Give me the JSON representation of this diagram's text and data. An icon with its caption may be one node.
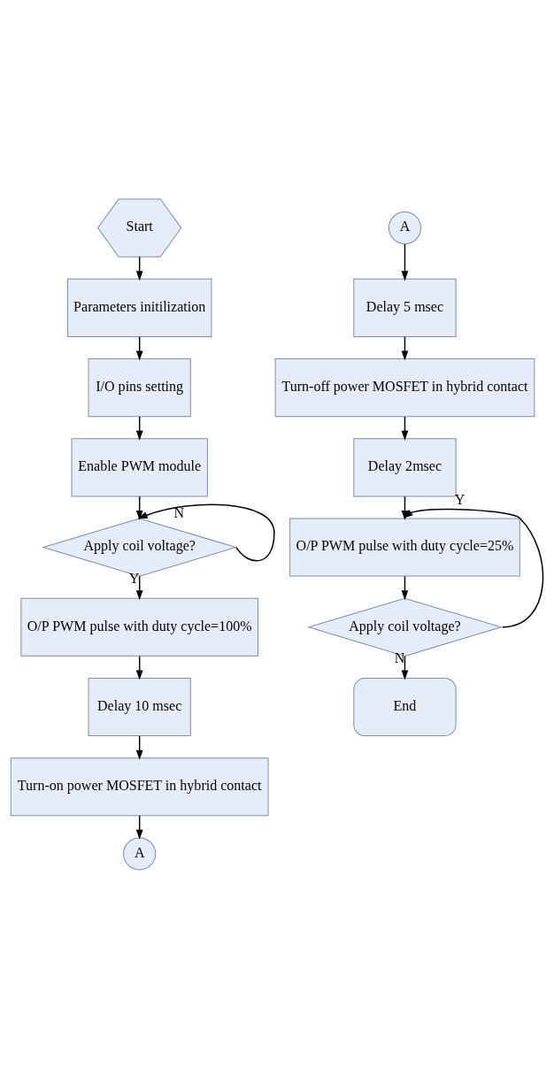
{
  "diagram": {
    "nodes": [
      {
        "text": [
          "Start"
        ]
      },
      {
        "text": [
          "Parameters initilization"
        ]
      },
      {
        "text": [
          "I/O pins setting"
        ]
      },
      {
        "text": [
          "Enable PWM module"
        ]
      },
      {
        "text": [
          "Apply coil voltage?"
        ]
      },
      {
        "text": [
          "O/P PWM pulse with duty cycle=100%"
        ]
      },
      {
        "text": [
          "Delay 10 msec"
        ]
      },
      {
        "text": [
          "Turn-on power MOSFET in hybrid contact"
        ]
      },
      {
        "text": [
          "A"
        ]
      },
      {
        "text": [
          "A"
        ]
      },
      {
        "text": [
          "Delay 5 msec"
        ]
      },
      {
        "text": [
          "Turn-off power MOSFET in hybrid contact"
        ]
      },
      {
        "text": [
          "Delay 2msec"
        ]
      },
      {
        "text": [
          "O/P PWM pulse with duty cycle=25%"
        ]
      },
      {
        "text": [
          "Apply coil voltage?"
        ]
      },
      {
        "text": [
          "End"
        ]
      }
    ],
    "edges": [
      {
        "from": 0,
        "to": 1,
        "arrow": "to"
      },
      {
        "from": 1,
        "to": 2,
        "arrow": "to"
      },
      {
        "from": 2,
        "to": 3,
        "arrow": "to"
      },
      {
        "from": 3,
        "to": 4,
        "arrow": "to"
      },
      {
        "from": 4,
        "to": 4,
        "arrow": "to",
        "label": "N"
      },
      {
        "from": 4,
        "to": 5,
        "arrow": "to",
        "label": "Y"
      },
      {
        "from": 5,
        "to": 6,
        "arrow": "to"
      },
      {
        "from": 6,
        "to": 7,
        "arrow": "to"
      },
      {
        "from": 7,
        "to": 8,
        "arrow": "to"
      },
      {
        "from": 9,
        "to": 10,
        "arrow": "to"
      },
      {
        "from": 10,
        "to": 11,
        "arrow": "to"
      },
      {
        "from": 11,
        "to": 12,
        "arrow": "to"
      },
      {
        "from": 12,
        "to": 13,
        "arrow": "to"
      },
      {
        "from": 13,
        "to": 14,
        "arrow": "to"
      },
      {
        "from": 14,
        "to": 13,
        "arrow": "to",
        "label": "Y"
      },
      {
        "from": 14,
        "to": 15,
        "arrow": "to",
        "label": "N"
      }
    ]
  }
}
